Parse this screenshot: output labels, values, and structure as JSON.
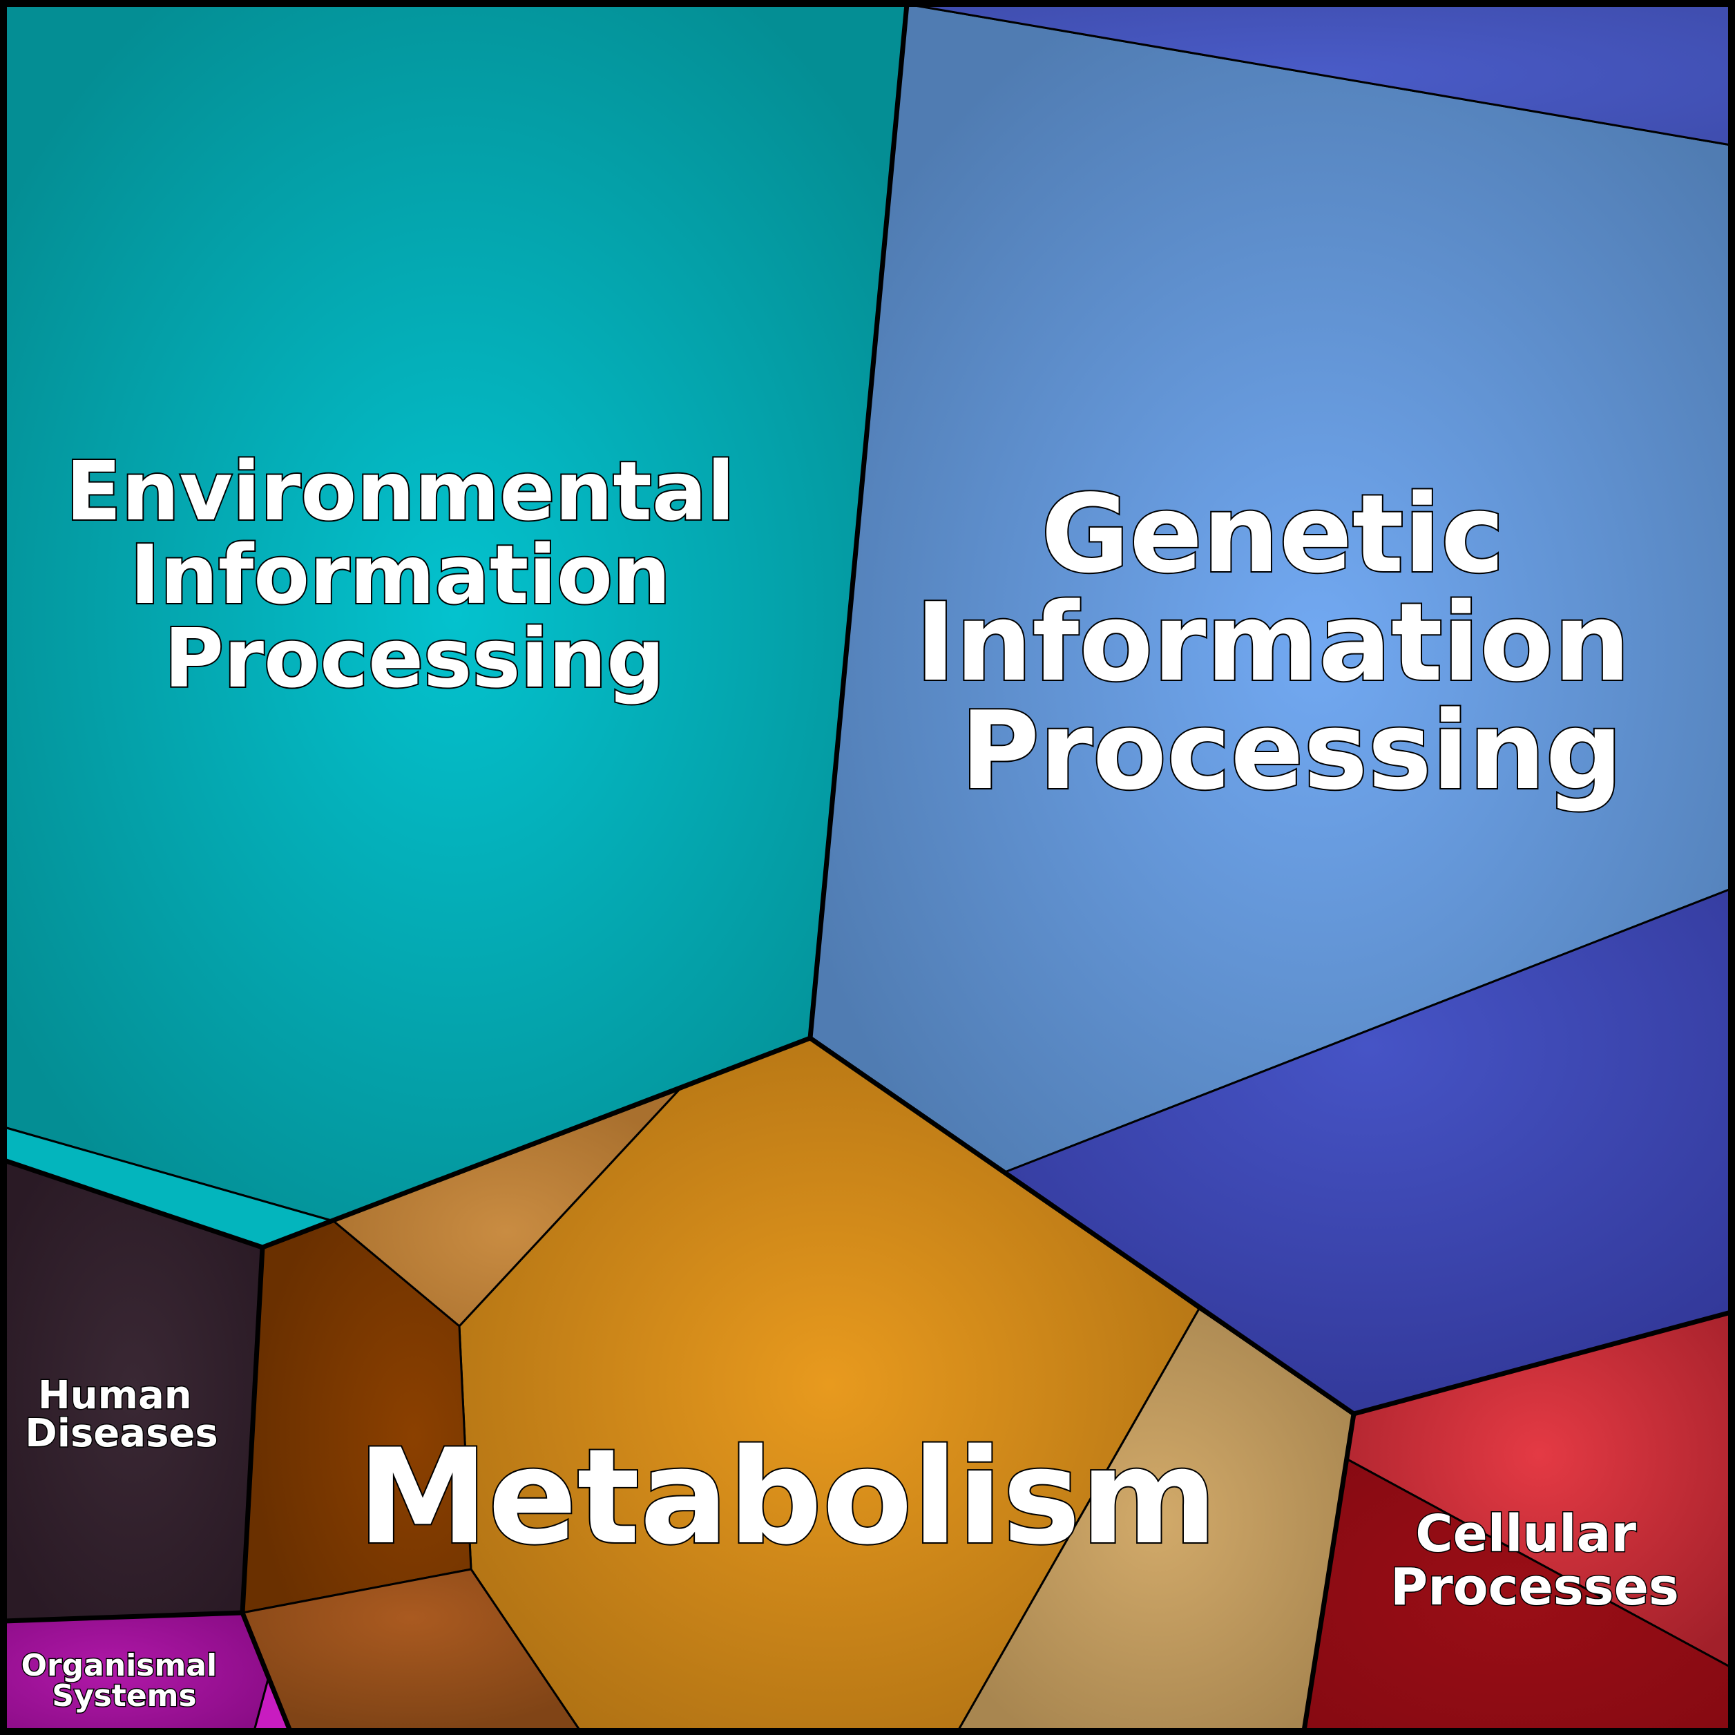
{
  "title": "",
  "categories": [
    {
      "id": "environmental",
      "label_lines": [
        "Environmental",
        "Information",
        "Processing"
      ],
      "color": "#03A5AD"
    },
    {
      "id": "genetic",
      "label_lines": [
        "Genetic",
        "Information",
        "Processing"
      ],
      "color": "#5F8FD3"
    },
    {
      "id": "metabolism",
      "label_lines": [
        "Metabolism"
      ],
      "color": "#C98118"
    },
    {
      "id": "human-diseases",
      "label_lines": [
        "Human",
        "Diseases"
      ],
      "color": "#2F1F2B"
    },
    {
      "id": "cellular",
      "label_lines": [
        "Cellular",
        "Processes"
      ],
      "color": "#B02028"
    },
    {
      "id": "organismal",
      "label_lines": [
        "Organismal",
        "Systems"
      ],
      "color": "#A0129A"
    }
  ]
}
